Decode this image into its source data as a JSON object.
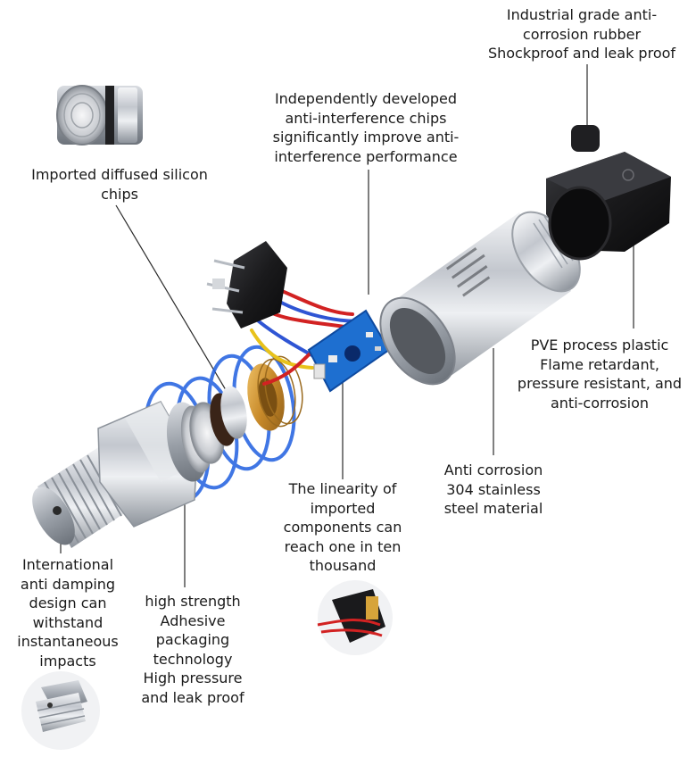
{
  "callouts": {
    "rubber": "Industrial grade anti-\ncorrosion rubber\nShockproof and leak proof",
    "chips": "Independently developed\nanti-interference chips\nsignificantly improve anti-\ninterference performance",
    "silicon": "Imported diffused silicon\nchips",
    "plastic": "PVE process plastic\nFlame retardant,\npressure resistant, and\nanti-corrosion",
    "steel": "Anti corrosion\n304 stainless\nsteel material",
    "linearity": "The linearity of\nimported\ncomponents can\nreach one in ten\nthousand",
    "damping": "International\nanti damping\ndesign can\nwithstand\ninstantaneous\nimpacts",
    "adhesive": "high strength\nAdhesive\npackaging\ntechnology\nHigh pressure\nand leak proof"
  },
  "colors": {
    "accent_ring": "#1f5fe0",
    "pcb": "#1e6fd0",
    "wire_red": "#d22222",
    "wire_yellow": "#e8c21b",
    "wire_blue": "#2f55d4",
    "brass": "#d39a3a",
    "steel": "#c8ccd2",
    "plastic": "#1b1b1d"
  }
}
